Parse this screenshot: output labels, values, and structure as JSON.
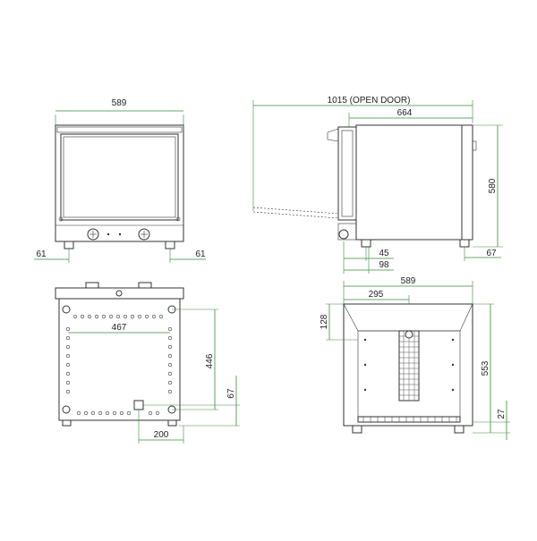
{
  "colors": {
    "dimension_line": "#3a8a3a",
    "outline": "#333333",
    "background": "#ffffff"
  },
  "front_view": {
    "width": "589",
    "left_foot": "61",
    "right_foot": "61"
  },
  "side_view": {
    "open_door_depth": "1015 (OPEN DOOR)",
    "depth": "664",
    "height": "580",
    "door_offset": "45",
    "foot_offset": "98",
    "rear_foot": "67"
  },
  "rear_view": {
    "inner_width": "467",
    "inner_height": "446",
    "socket_height": "67",
    "socket_offset": "200"
  },
  "cross_section": {
    "width": "589",
    "fan_offset": "295",
    "top_depth": "128",
    "height": "553",
    "base_height": "27"
  }
}
